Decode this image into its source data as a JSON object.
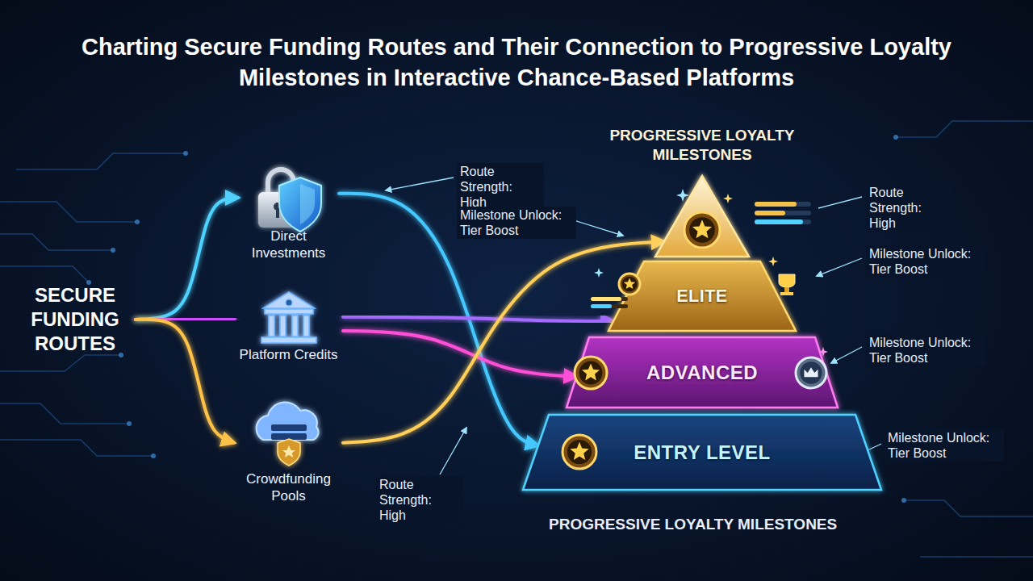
{
  "diagram": {
    "title": "Charting Secure Funding Routes and Their Connection to Progressive Loyalty Milestones in Interactive Chance-Based Platforms",
    "nodes": [
      {
        "text": [
          "SECURE FUNDING ROUTES"
        ]
      },
      {
        "text": [
          "Direct Investments"
        ]
      },
      {
        "text": [
          "Platform Credits"
        ]
      },
      {
        "text": [
          "Crowdfunding Pools"
        ]
      },
      {
        "text": [
          "PROGRESSIVE LOYALTY MILESTONES"
        ]
      },
      {
        "text": [
          "ELITE"
        ]
      },
      {
        "text": [
          "ADVANCED"
        ]
      },
      {
        "text": [
          "ENTRY LEVEL"
        ]
      }
    ],
    "edges": [
      {
        "from": 0,
        "to": 1,
        "arrow": "to"
      },
      {
        "from": 0,
        "to": 2,
        "arrow": "to"
      },
      {
        "from": 0,
        "to": 3,
        "arrow": "to"
      },
      {
        "from": 1,
        "to": 7,
        "arrow": "to"
      },
      {
        "from": 2,
        "to": 5,
        "arrow": "to"
      },
      {
        "from": 2,
        "to": 6,
        "arrow": "to"
      },
      {
        "from": 3,
        "to": 4,
        "arrow": "to"
      }
    ],
    "labels": [
      "Route Strength: High",
      "Milestone Unlock: Tier Boost",
      "Route Strength: High",
      "Milestone Unlock: Tier Boost",
      "Milestone Unlock: Tier Boost",
      "Milestone Unlock: Tier Boost",
      "Route Strength: High",
      "PROGRESSIVE LOYALTY MILESTONES"
    ]
  }
}
